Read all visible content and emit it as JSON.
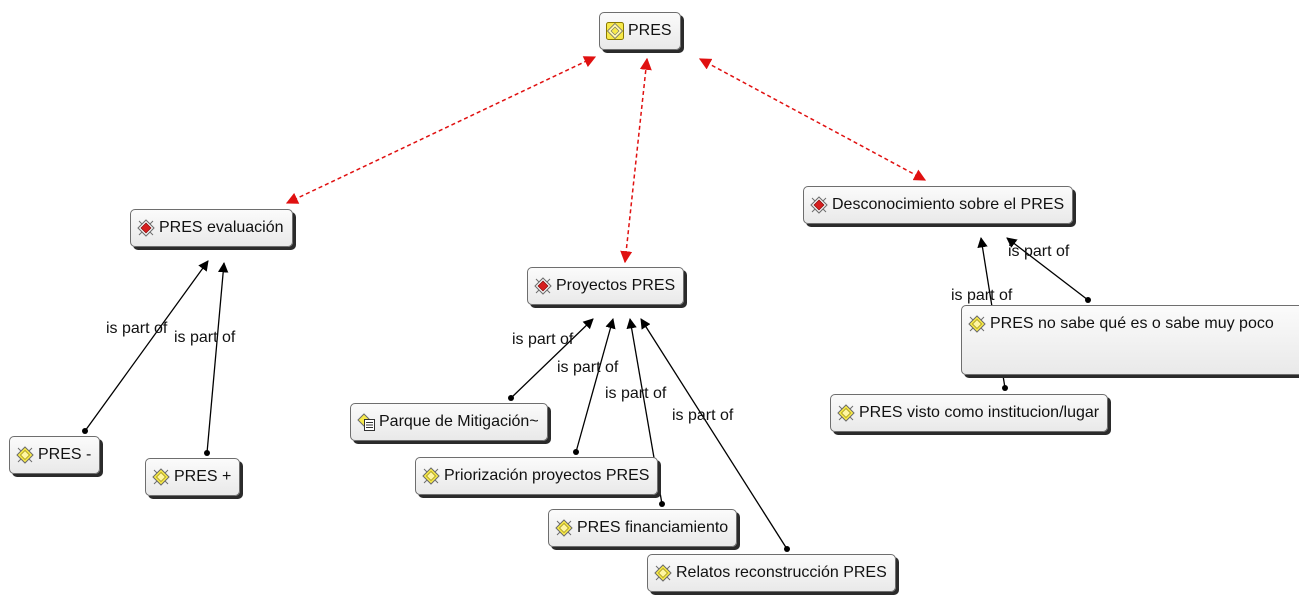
{
  "nodes": {
    "pres": {
      "label": "PRES",
      "icon": "yellow-diamond-icon"
    },
    "pres_evaluacion": {
      "label": "PRES evaluación",
      "icon": "red-diamond-icon"
    },
    "proyectos_pres": {
      "label": "Proyectos PRES",
      "icon": "red-diamond-icon"
    },
    "desconocimiento": {
      "label": "Desconocimiento sobre el PRES",
      "icon": "red-diamond-icon"
    },
    "pres_minus": {
      "label": "PRES -",
      "icon": "yellow-diamond-icon"
    },
    "pres_plus": {
      "label": "PRES +",
      "icon": "yellow-diamond-icon"
    },
    "parque": {
      "label": "Parque de Mitigación~",
      "icon": "memo-diamond-icon"
    },
    "priorizacion": {
      "label": "Priorización proyectos PRES",
      "icon": "yellow-diamond-icon"
    },
    "financiamiento": {
      "label": "PRES financiamiento",
      "icon": "yellow-diamond-icon"
    },
    "relatos": {
      "label": "Relatos reconstrucción PRES",
      "icon": "yellow-diamond-icon"
    },
    "no_sabe": {
      "label": "PRES no sabe qué es o sabe muy poco",
      "icon": "yellow-diamond-icon"
    },
    "visto": {
      "label": "PRES visto como institucion/lugar",
      "icon": "yellow-diamond-icon"
    }
  },
  "edge_labels": {
    "e1": "is part of",
    "e2": "is part of",
    "e3": "is part of",
    "e4": "is part of",
    "e5": "is part of",
    "e6": "is part of",
    "e7": "is part of",
    "e8": "is part of"
  },
  "colors": {
    "association_line": "#e01010",
    "part_of_line": "#000000",
    "node_border": "#6e6e6e",
    "node_shadow": "#2b2b2b",
    "icon_yellow": "#f7e94a",
    "icon_red": "#d61f1f"
  }
}
